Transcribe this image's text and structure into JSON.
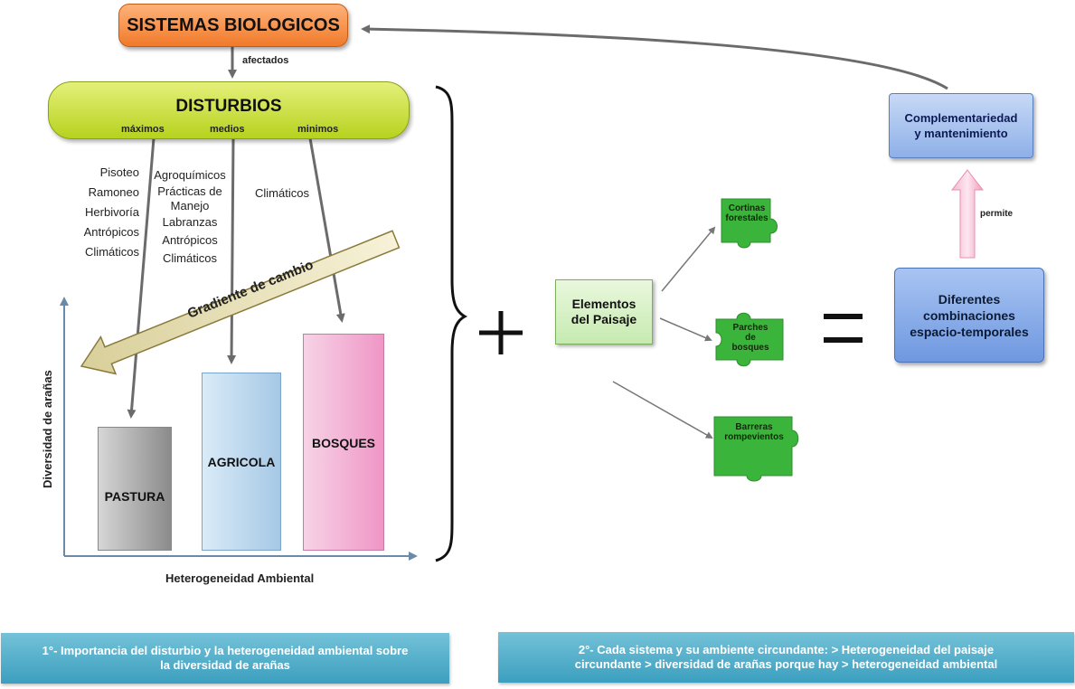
{
  "sistemas": {
    "title": "SISTEMAS BIOLOGICOS"
  },
  "afectados": "afectados",
  "disturbios": {
    "title": "DISTURBIOS",
    "levels": [
      "máximos",
      "medios",
      "minimos"
    ]
  },
  "lists": {
    "maximos": [
      "Pisoteo",
      "Ramoneo",
      "Herbivoría",
      "Antrópicos",
      "Climáticos"
    ],
    "medios": [
      "Agroquímicos",
      "Prácticas de",
      "Manejo",
      "Labranzas",
      "Antrópicos",
      "Climáticos"
    ],
    "minimos": [
      "Climáticos"
    ]
  },
  "gradient_label": "Gradiente de cambio",
  "bars": {
    "pastura": "PASTURA",
    "agricola": "AGRICOLA",
    "bosques": "BOSQUES"
  },
  "axes": {
    "y": "Diversidad de arañas",
    "x": "Heterogeneidad Ambiental"
  },
  "operators": {
    "plus": "+",
    "equals": "="
  },
  "elementos": {
    "line1": "Elementos",
    "line2": "del Paisaje"
  },
  "puzzle": {
    "cortinas": [
      "Cortinas",
      "forestales"
    ],
    "parches": [
      "Parches",
      "de",
      "bosques"
    ],
    "barreras": [
      "Barreras",
      "rompevientos"
    ]
  },
  "diferentes": [
    "Diferentes",
    "combinaciones",
    "espacio-temporales"
  ],
  "permite": "permite",
  "complement": [
    "Complementariedad",
    "y mantenimiento"
  ],
  "footer": {
    "one": [
      "1°- Importancia del disturbio y la heterogeneidad ambiental sobre",
      "la diversidad de arañas"
    ],
    "two": [
      "2°- Cada sistema y su ambiente circundante: > Heterogeneidad del paisaje",
      "circundante > diversidad de arañas porque hay > heterogeneidad ambiental"
    ]
  },
  "colors": {
    "arrow": "#6b6b6b",
    "puzzle": "#3bb43b",
    "footer": "#4aa9c9"
  }
}
